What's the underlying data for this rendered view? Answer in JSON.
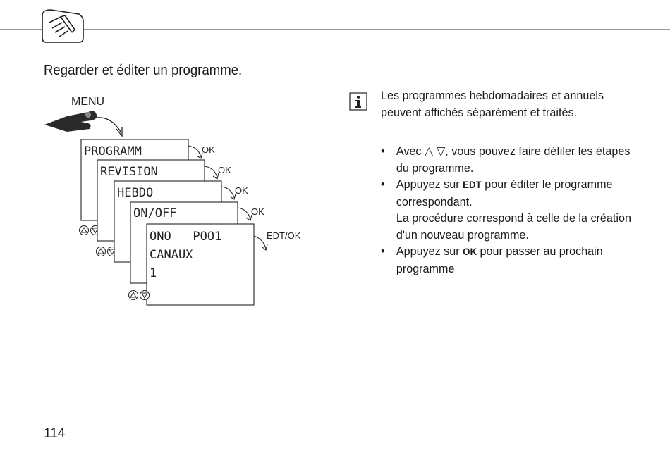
{
  "header": {
    "icon": "hand-pointing-icon"
  },
  "title": "Regarder et éditer un programme.",
  "diagram": {
    "menu_label": "MENU",
    "screens": [
      {
        "line1": "PROGRAMM",
        "action": "OK"
      },
      {
        "line1": "REVISION",
        "action": "OK"
      },
      {
        "line1": "HEBDO",
        "action": "OK"
      },
      {
        "line1": "ON/OFF",
        "action": "OK"
      },
      {
        "line1": "ONO   POO1",
        "line2": "CANAUX",
        "line3": "1",
        "action": "EDT/OK"
      }
    ]
  },
  "note": {
    "icon": "info-icon",
    "text": "Les programmes hebdomadaires et annuels peuvent affichés séparément et traités."
  },
  "steps": [
    {
      "bullet": "•",
      "parts": [
        {
          "text": "Avec △ ▽, vous pouvez faire défiler les étapes du programme."
        }
      ]
    },
    {
      "bullet": "•",
      "parts": [
        {
          "text": "Appuyez sur "
        },
        {
          "text": "EDT",
          "kbd": true
        },
        {
          "text": " pour éditer le programme correspondant."
        },
        {
          "br": true
        },
        {
          "text": "La procédure correspond à celle de la création d'un nouveau programme."
        }
      ]
    },
    {
      "bullet": "•",
      "parts": [
        {
          "text": "Appuyez sur "
        },
        {
          "text": "OK",
          "kbd": true
        },
        {
          "text": " pour passer au prochain programme"
        }
      ]
    }
  ],
  "page_number": "114"
}
